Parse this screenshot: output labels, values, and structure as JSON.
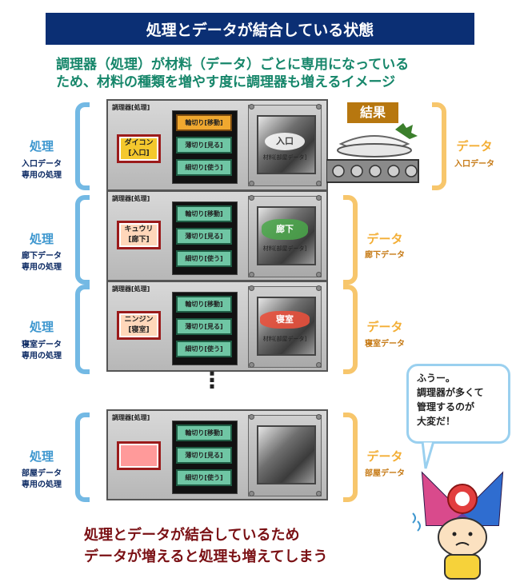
{
  "title": "処理とデータが結合している状態",
  "subtitle_line1": "調理器（処理）が材料（データ）ごとに専用になっている",
  "subtitle_line2": "ため、材料の種類を増やす度に調理器も増えるイメージ",
  "result_label": "結果",
  "rows": [
    {
      "left_label": "処理",
      "left_sub1": "入口データ",
      "left_sub2": "専用の処理",
      "device_tag": "調理器[処理]",
      "ingredient": "ダイコン\n[入口]",
      "buttons": [
        "輪切り[移動]",
        "薄切り[見る]",
        "細切り[使う]"
      ],
      "screen_label": "入口",
      "screen_caption": "材料[部屋データ]",
      "right_label": "データ",
      "right_sub": "入口データ"
    },
    {
      "left_label": "処理",
      "left_sub1": "廊下データ",
      "left_sub2": "専用の処理",
      "device_tag": "調理器[処理]",
      "ingredient": "キュウリ\n[廊下]",
      "buttons": [
        "輪切り[移動]",
        "薄切り[見る]",
        "細切り[使う]"
      ],
      "screen_label": "廊下",
      "screen_caption": "材料[部屋データ]",
      "right_label": "データ",
      "right_sub": "廊下データ"
    },
    {
      "left_label": "処理",
      "left_sub1": "寝室データ",
      "left_sub2": "専用の処理",
      "device_tag": "調理器[処理]",
      "ingredient": "ニンジン\n[寝室]",
      "buttons": [
        "輪切り[移動]",
        "薄切り[見る]",
        "細切り[使う]"
      ],
      "screen_label": "寝室",
      "screen_caption": "材料[部屋データ]",
      "right_label": "データ",
      "right_sub": "寝室データ"
    },
    {
      "left_label": "処理",
      "left_sub1": "部屋データ",
      "left_sub2": "専用の処理",
      "device_tag": "調理器[処理]",
      "ingredient": "",
      "buttons": [
        "輪切り[移動]",
        "薄切り[見る]",
        "細切り[使う]"
      ],
      "screen_label": "",
      "screen_caption": "",
      "right_label": "データ",
      "right_sub": "部屋データ"
    }
  ],
  "ellipsis": "⋮",
  "bubble_text": [
    "ふうー。",
    "調理器が多くて",
    "管理するのが",
    "大変だ！"
  ],
  "caption_line1": "処理とデータが結合しているため",
  "caption_line2": "データが増えると処理も増えてしまう",
  "colors": {
    "title_bg": "#0b2f74",
    "subtitle": "#16866a",
    "process_blue": "#3e97cf",
    "data_orange": "#f3ae35",
    "caption_red": "#7a1014",
    "result_bg": "#b7770f"
  }
}
